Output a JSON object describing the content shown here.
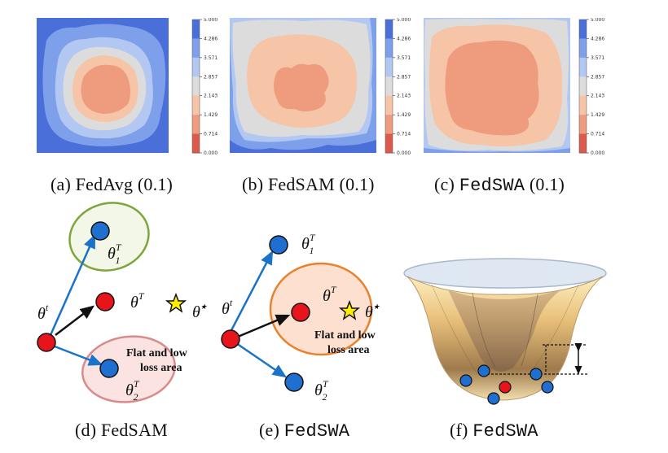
{
  "colorbar_ticks": [
    "5.000",
    "4.286",
    "3.571",
    "2.857",
    "2.143",
    "1.429",
    "0.714",
    "0.000"
  ],
  "colorbar_colors": [
    "#4a6fd8",
    "#7ea0ea",
    "#b2c8f2",
    "#dcdcdc",
    "#f6c4a6",
    "#ee9b7e",
    "#db5a4c"
  ],
  "panels": {
    "a": {
      "label_prefix": "(a) ",
      "label_method": "FedAvg",
      "label_suffix": " (0.1)"
    },
    "b": {
      "label_prefix": "(b) ",
      "label_method": "FedSAM",
      "label_suffix": " (0.1)"
    },
    "c": {
      "label_prefix": "(c) ",
      "label_method": "FedSWA",
      "label_suffix": " (0.1)"
    },
    "d": {
      "label_prefix": "(d) ",
      "label_method": "FedSAM"
    },
    "e": {
      "label_prefix": "(e) ",
      "label_method": "FedSWA"
    },
    "f": {
      "label_prefix": "(f) ",
      "label_method": "FedSWA"
    }
  },
  "symbols": {
    "theta": "θ",
    "sup_t": "t",
    "sup_T": "T",
    "sup_star": "★",
    "sub_1": "1",
    "sub_2": "2"
  },
  "annotations": {
    "flat_line1": "Flat and low",
    "flat_line2": "loss area"
  },
  "colors": {
    "client_blue": "#1f6fd1",
    "global_red": "#e8141c",
    "arrow_blue": "#1a73c8",
    "star_yellow": "#ffee00",
    "green_ellipse": "#7ea53c",
    "pink_ellipse": "#d88b8b",
    "orange_ellipse": "#e8822e"
  }
}
